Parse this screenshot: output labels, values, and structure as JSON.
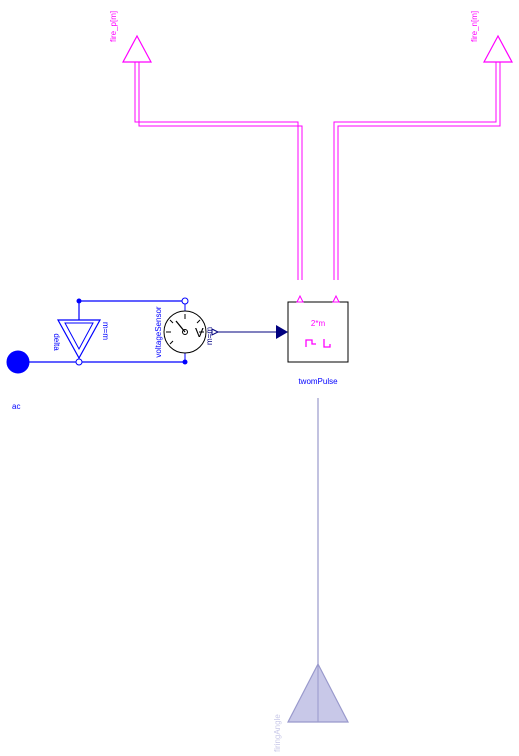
{
  "labels": {
    "fire_p": "fire_p[m]",
    "fire_n": "fire_n[m]",
    "delta": "delta",
    "delta_m": "m=m",
    "voltage_sensor": "voltageSensor",
    "voltage_sensor_m": "m=m",
    "two_m": "2*m",
    "two_m_pulse": "twomPulse",
    "ac": "ac",
    "firing_angle": "firingAngle"
  },
  "colors": {
    "fire_connectors": "#ff00ff",
    "electrical": "#0000ff",
    "signal": "#00007f",
    "firing_angle": "#9999cc",
    "background": "#ffffff"
  },
  "icons": {
    "ac_pin": "filled-circle",
    "delta_block": "triangle-down",
    "voltage_sensor": "gauge-dial",
    "pulse_block": "pulse-wave",
    "fire_output": "triangle-up",
    "firing_angle_input": "triangle-up"
  }
}
